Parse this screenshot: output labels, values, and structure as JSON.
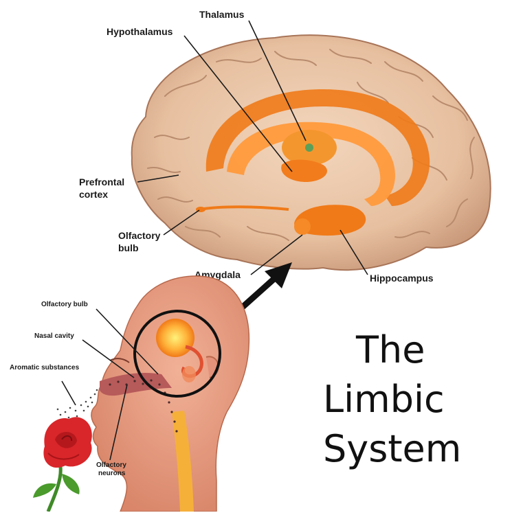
{
  "title_lines": [
    "The",
    "Limbic",
    "System"
  ],
  "brain_labels": {
    "thalamus": "Thalamus",
    "hypothalamus": "Hypothalamus",
    "prefrontal_1": "Prefrontal",
    "prefrontal_2": "cortex",
    "olfactory_bulb_1": "Olfactory",
    "olfactory_bulb_2": "bulb",
    "amygdala": "Amygdala",
    "hippocampus": "Hippocampus"
  },
  "head_labels": {
    "olfactory_bulb": "Olfactory bulb",
    "nasal_cavity": "Nasal cavity",
    "aromatic": "Aromatic substances",
    "neurons_1": "Olfactory",
    "neurons_2": "neurons"
  },
  "colors": {
    "brain": "#e9c4a6",
    "limbic": "#f07a18",
    "skin": "#e79a7c",
    "rose": "#d8262a",
    "leaf": "#4a9a2c"
  }
}
